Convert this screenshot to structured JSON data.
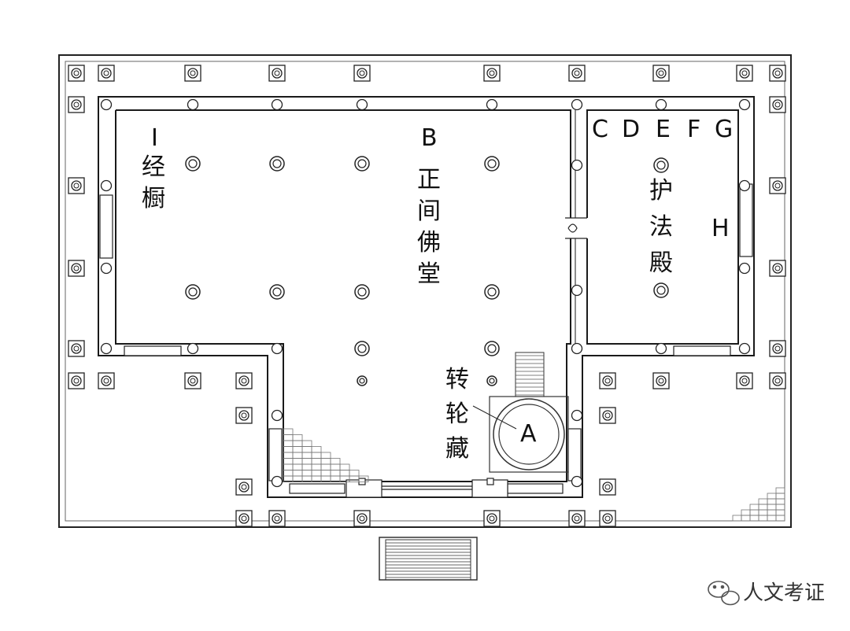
{
  "labels": {
    "a": "A",
    "b": "B",
    "c": "C",
    "d": "D",
    "e": "E",
    "f": "F",
    "g": "G",
    "h": "H",
    "i": "I"
  },
  "hall_main": [
    "正",
    "间",
    "佛",
    "堂"
  ],
  "hall_guardian": [
    "护",
    "法",
    "殿"
  ],
  "sutra_cabinet": [
    "经",
    "橱"
  ],
  "revolving_repository": [
    "转",
    "轮",
    "藏"
  ],
  "watermark": {
    "icon": "wechat-icon",
    "text": "人文考证"
  },
  "colors": {
    "line": "#1a1a1a",
    "paper": "#ffffff"
  }
}
